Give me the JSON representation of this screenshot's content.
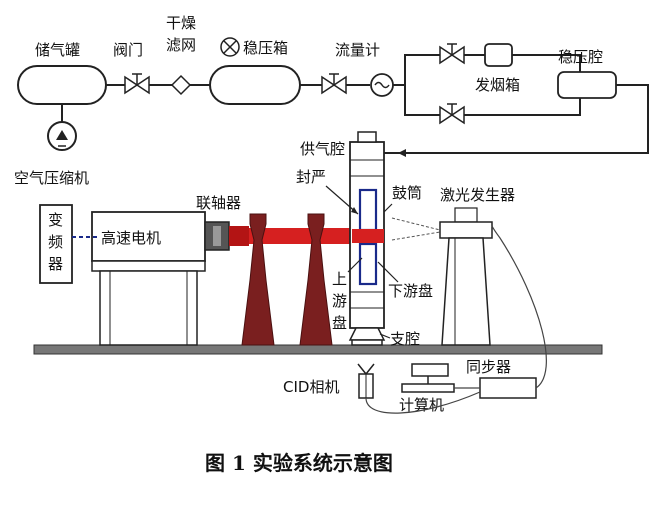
{
  "labels": {
    "storage_tank": "储气罐",
    "valve": "阀门",
    "dry_filter": "干燥\n滤网",
    "surge_tank_1": "稳压箱",
    "flowmeter": "流量计",
    "smoke_box": "发烟箱",
    "surge_chamber": "稳压腔",
    "air_compressor": "空气压缩机",
    "supply_chamber": "供气腔",
    "seal": "封严",
    "drum": "鼓筒",
    "laser": "激光发生器",
    "coupling": "联轴器",
    "inverter": "变\n频\n器",
    "motor": "高速电机",
    "upstream_disk": "上\n游\n盘",
    "downstream_disk": "下游盘",
    "support": "支腔",
    "camera": "CID相机",
    "synchronizer": "同步器",
    "computer": "计算机"
  },
  "caption": "图 1    实验系统示意图",
  "colors": {
    "line": "#1a1a1a",
    "shaft_red": "#d62020",
    "support_brown": "#7a1f1f",
    "dashed_blue": "#1a2a8a",
    "base_gray": "#666666"
  }
}
